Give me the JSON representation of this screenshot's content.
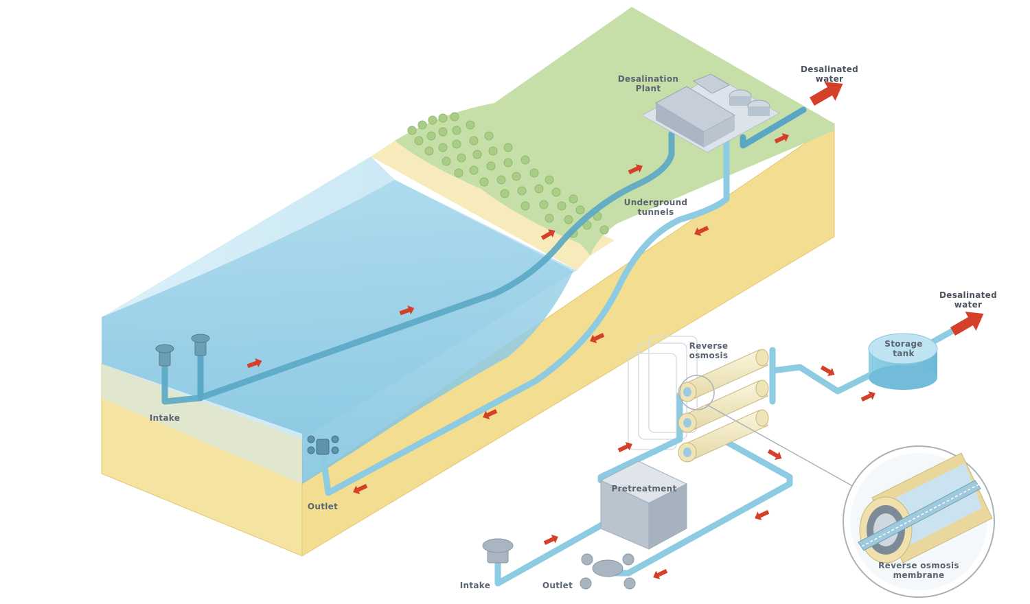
{
  "labels": {
    "desal_plant": [
      "Desalination",
      "Plant"
    ],
    "desal_water_top": [
      "Desalinated",
      "water"
    ],
    "underground_tunnels": [
      "Underground",
      "tunnels"
    ],
    "intake_main": "Intake",
    "outlet_main": "Outlet",
    "reverse_osmosis": [
      "Reverse",
      "osmosis"
    ],
    "storage_tank": [
      "Storage",
      "tank"
    ],
    "desal_water_right": [
      "Desalinated",
      "water"
    ],
    "pretreatment": "Pretreatment",
    "intake_small": "Intake",
    "outlet_small": "Outlet",
    "ro_membrane": [
      "Reverse osmosis",
      "membrane"
    ]
  },
  "colors": {
    "sea_surface": "#d3ecf6",
    "sea_water": "#8ecbe6",
    "sand_top": "#f5e6ad",
    "sand_side": "#f2dc8f",
    "grass": "#c4dea5",
    "pipe": "#7cbfd8",
    "pipe_deep": "#4f99b7",
    "arrow": "#d4402a",
    "label": "#5a6470"
  },
  "icons": [
    "flow-arrow-icon",
    "intake-head-icon",
    "outlet-diffuser-icon"
  ]
}
